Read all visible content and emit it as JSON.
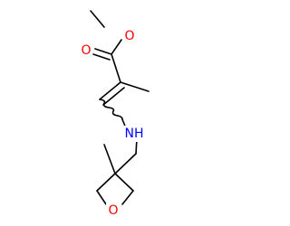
{
  "molecule": {
    "atoms": {
      "ester_oxygen": {
        "label": "O",
        "color": "#ff0000"
      },
      "carbonyl_oxygen": {
        "label": "O",
        "color": "#ff0000"
      },
      "amine": {
        "label": "NH",
        "color": "#0000ff"
      },
      "ring_oxygen": {
        "label": "O",
        "color": "#ff0000"
      }
    },
    "bond_color": "#000000"
  }
}
